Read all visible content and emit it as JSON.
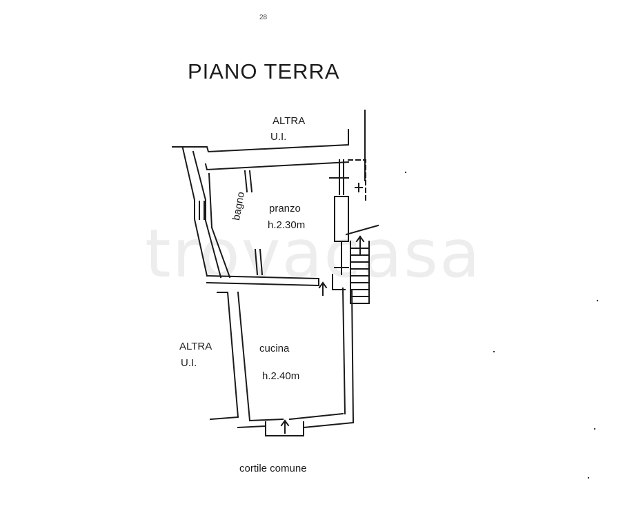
{
  "title": "PIANO TERRA",
  "labels": {
    "altra_top_1": "ALTRA",
    "altra_top_2": "U.I.",
    "altra_left_1": "ALTRA",
    "altra_left_2": "U.I.",
    "bagno": "bagno",
    "pranzo": "pranzo",
    "pranzo_height": "h.2.30m",
    "cucina": "cucina",
    "cucina_height": "h.2.40m",
    "cortile": "cortile comune"
  },
  "watermark": "trovacasa",
  "page_mark": "28",
  "colors": {
    "line": "#1a1a1a",
    "background": "#ffffff"
  }
}
